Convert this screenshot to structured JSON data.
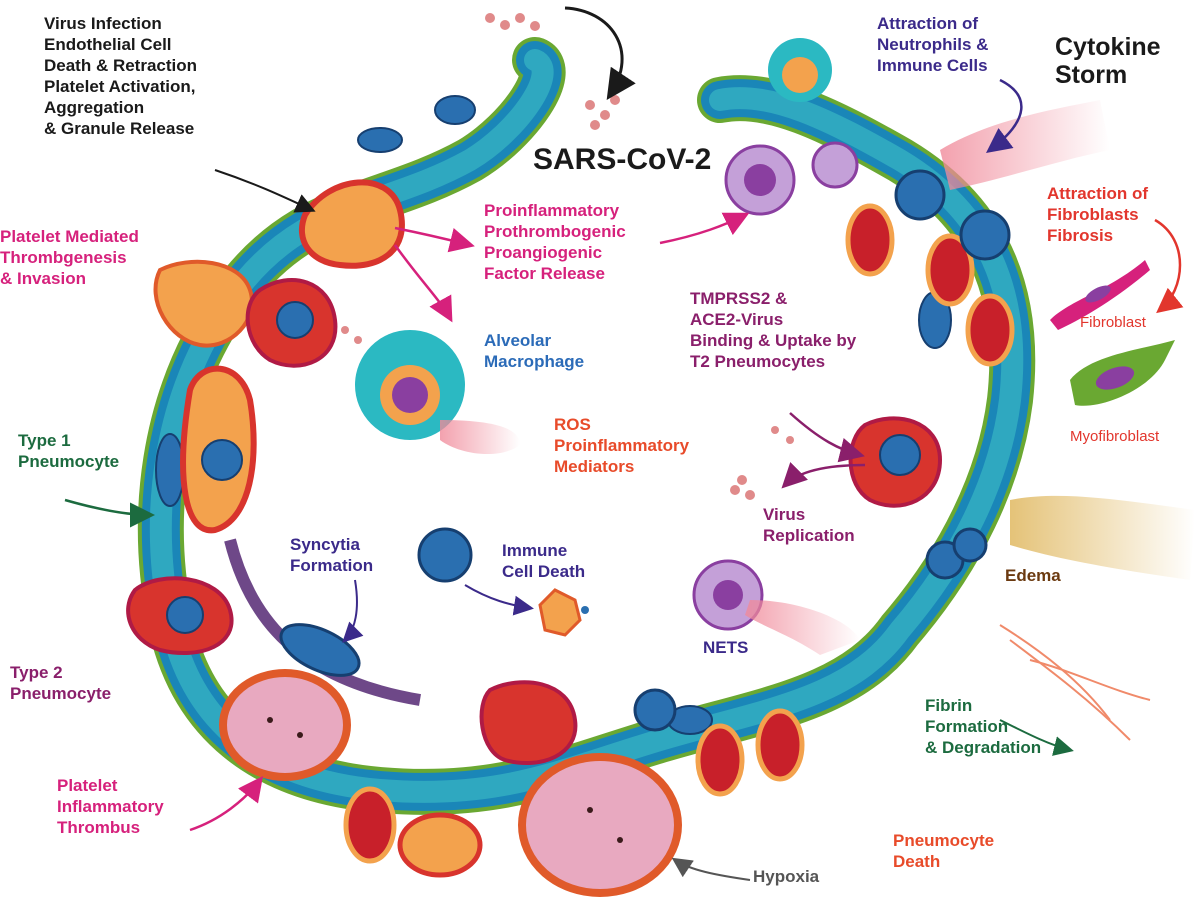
{
  "colors": {
    "vessel_blue": "#1a86b8",
    "alveolar_teal": "#2fa8c0",
    "membrane_green": "#6aa832",
    "cell_orange": "#f3a24d",
    "cell_red": "#d8342d",
    "rbc_red": "#c8202a",
    "macrophage_cyan": "#2bb9c2",
    "cell_blue": "#2a6fb0",
    "purple_cell": "#8a3fa0",
    "virus_pink": "#e08a8a",
    "text_black": "#1a1a1a",
    "text_magenta": "#d6217c",
    "text_blue": "#2b6bb8",
    "text_navy": "#3b2a8a",
    "text_red": "#e2362d",
    "text_purple": "#8a1f6b",
    "text_green": "#1c6b3f",
    "text_orange_red": "#e84b2a",
    "text_brown": "#6b3a10",
    "text_gray": "#555555"
  },
  "labels": {
    "virus_infection": "Virus Infection\nEndothelial Cell\nDeath & Retraction\nPlatelet Activation,\nAggregation\n& Granule Release",
    "sars": "SARS-CoV-2",
    "neutrophils": "Attraction of\nNeutrophils &\nImmune Cells",
    "cytokine": "Cytokine\nStorm",
    "fibroblasts": "Attraction of\nFibroblasts\nFibrosis",
    "fibroblast": "Fibroblast",
    "myofibroblast": "Myofibroblast",
    "platelet_thrombo": "Platelet Mediated\nThrombgenesis\n& Invasion",
    "proinflam": "Proinflammatory\nProthrombogenic\nProangiogenic\nFactor Release",
    "tmprss2": "TMPRSS2 &\nACE2-Virus\nBinding & Uptake by\nT2 Pneumocytes",
    "alveolar": "Alveolar\nMacrophage",
    "ros": "ROS\nProinflammatory\nMediators",
    "type1": "Type 1\nPneumocyte",
    "syncytia": "Syncytia\nFormation",
    "immune_death": "Immune\nCell Death",
    "virus_rep": "Virus\nReplication",
    "edema": "Edema",
    "nets": "NETS",
    "type2": "Type 2\nPneumocyte",
    "fibrin": "Fibrin\nFormation\n& Degradation",
    "platelet_thrombus": "Platelet\nInflammatory\nThrombus",
    "pneumo_death": "Pneumocyte\nDeath",
    "hypoxia": "Hypoxia"
  }
}
